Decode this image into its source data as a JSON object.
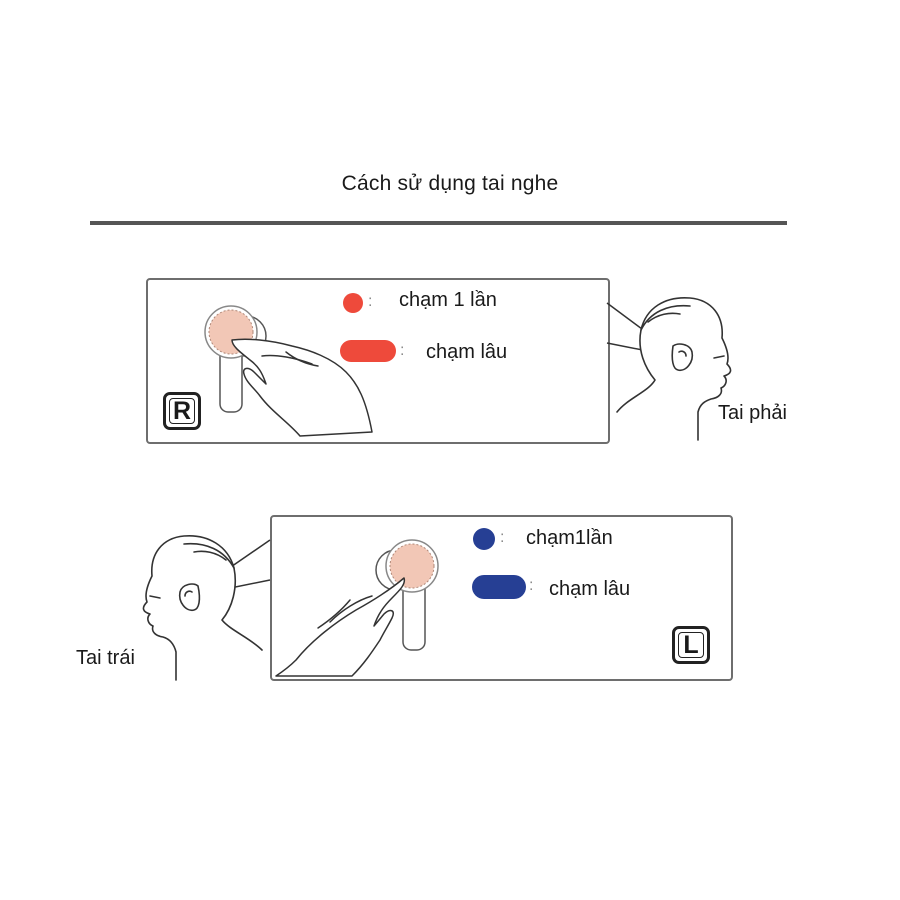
{
  "title": "Cách sử dụng tai nghe",
  "colors": {
    "right_accent": "#ee4a3b",
    "left_accent": "#263f94",
    "rule": "#555555",
    "pad": "#f2c7b6"
  },
  "right": {
    "badge": "R",
    "side_label": "Tai phải",
    "tap_once_label": "chạm 1 lần",
    "long_press_label": "chạm lâu",
    "separator": ":"
  },
  "left": {
    "badge": "L",
    "side_label": "Tai trái",
    "tap_once_label": "chạm1lần",
    "long_press_label": "chạm lâu",
    "separator": ":"
  }
}
